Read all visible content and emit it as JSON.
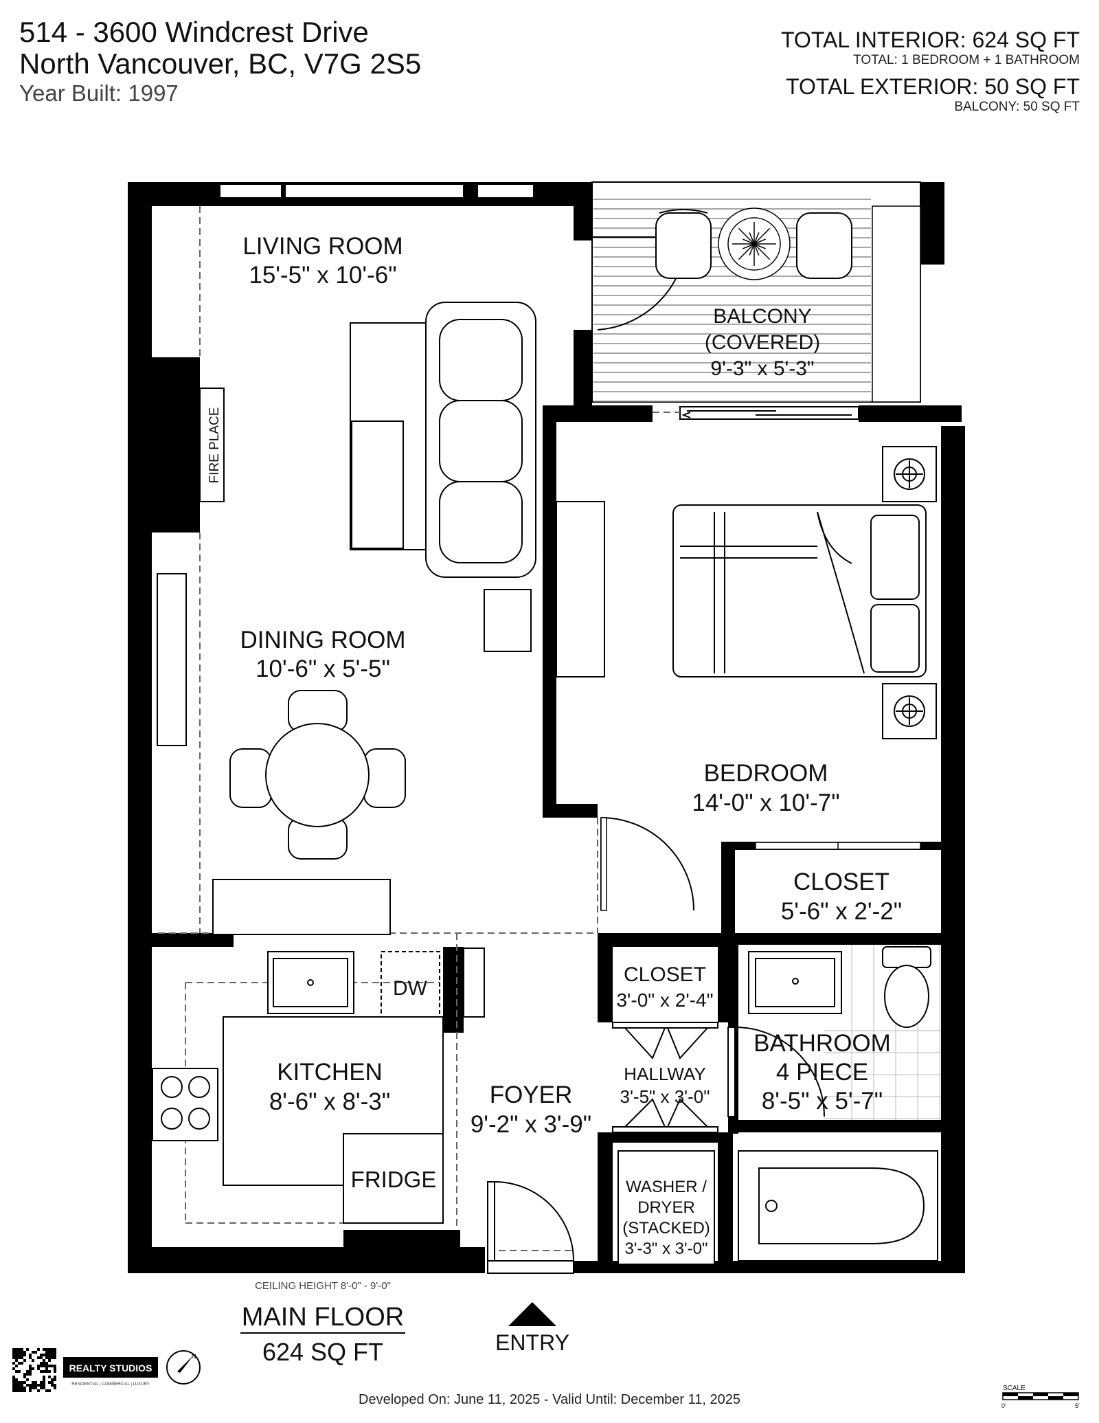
{
  "header": {
    "address_line1": "514 - 3600 Windcrest Drive",
    "address_line2": "North Vancouver, BC, V7G 2S5",
    "year_built": "Year Built: 1997",
    "total_interior": "TOTAL INTERIOR: 624 SQ FT",
    "total_rooms": "TOTAL: 1 BEDROOM  + 1 BATHROOM",
    "total_exterior": "TOTAL EXTERIOR: 50 SQ FT",
    "balcony_area": "BALCONY: 50 SQ FT"
  },
  "rooms": {
    "living": {
      "name": "LIVING ROOM",
      "dims": "15'-5\" x 10'-6\""
    },
    "balcony": {
      "name": "BALCONY",
      "sub": "(COVERED)",
      "dims": "9'-3\" x 5'-3\""
    },
    "dining": {
      "name": "DINING ROOM",
      "dims": "10'-6\" x 5'-5\""
    },
    "bedroom": {
      "name": "BEDROOM",
      "dims": "14'-0\" x 10'-7\""
    },
    "bed_closet": {
      "name": "CLOSET",
      "dims": "5'-6\" x 2'-2\""
    },
    "hall_closet": {
      "name": "CLOSET",
      "dims": "3'-0\" x 2'-4\""
    },
    "kitchen": {
      "name": "KITCHEN",
      "dims": "8'-6\" x 8'-3\""
    },
    "foyer": {
      "name": "FOYER",
      "dims": "9'-2\" x 3'-9\""
    },
    "hallway": {
      "name": "HALLWAY",
      "dims": "3'-5\" x 3'-0\""
    },
    "bathroom": {
      "name": "BATHROOM",
      "sub": "4 PIECE",
      "dims": "8'-5\" x 5'-7\""
    },
    "laundry": {
      "l1": "WASHER /",
      "l2": "DRYER",
      "l3": "(STACKED)",
      "dims": "3'-3\" x 3'-0\""
    }
  },
  "fixtures": {
    "fireplace": "FIRE PLACE",
    "dishwasher": "DW",
    "fridge": "FRIDGE"
  },
  "footer": {
    "ceiling_height": "CEILING HEIGHT 8'-0\" - 9'-0\"",
    "floor_name": "MAIN FLOOR",
    "floor_area": "624 SQ FT",
    "entry": "ENTRY",
    "developed": "Developed On: June 11, 2025 - Valid Until: December 11, 2025",
    "brand": "REALTY STUDIOS",
    "brand_tagline": "RESIDENTIAL | COMMERCIAL | LUXURY",
    "scale_label": "SCALE",
    "scale_min": "0'",
    "scale_max": "5'",
    "compass_letter": "N"
  }
}
